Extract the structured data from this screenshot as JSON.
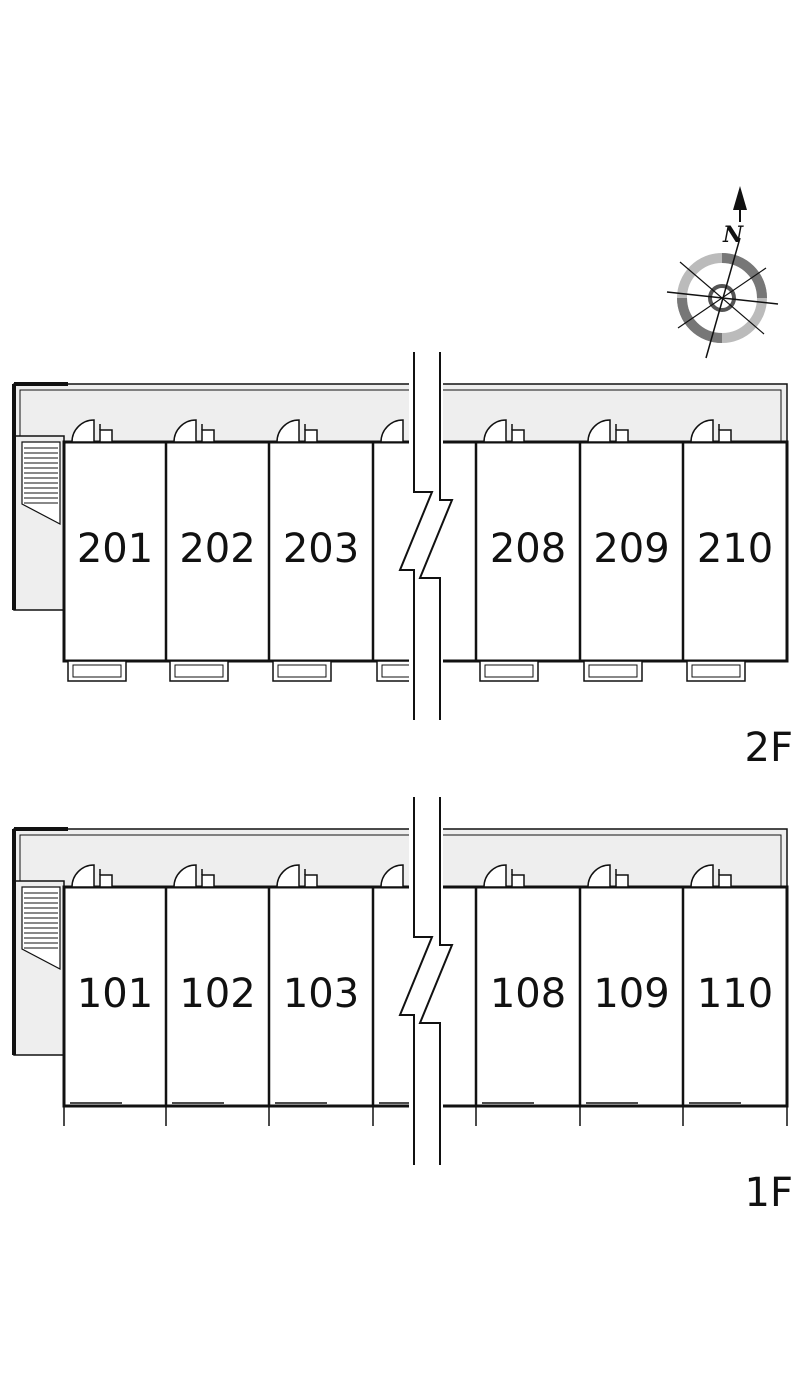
{
  "compass": {
    "north_label": "N"
  },
  "floors": [
    {
      "id": "2f",
      "label": "2F",
      "units": [
        "201",
        "202",
        "203",
        "208",
        "209",
        "210"
      ],
      "rear_type": "balcony"
    },
    {
      "id": "1f",
      "label": "1F",
      "units": [
        "101",
        "102",
        "103",
        "108",
        "109",
        "110"
      ],
      "rear_type": "fence"
    }
  ],
  "colors": {
    "wall": "#111111",
    "corridor": "#eeeeee",
    "compass_ring_dark": "#777777",
    "compass_ring_light": "#bbbbbb",
    "paper": "#ffffff"
  }
}
